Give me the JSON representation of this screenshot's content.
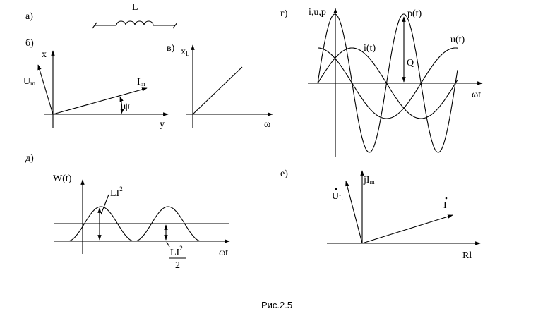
{
  "panels": {
    "a": {
      "letter": "а)",
      "element_label": "L"
    },
    "b": {
      "letter": "б)",
      "axis_x": "x",
      "axis_y": "y",
      "voltage": "U",
      "voltage_sub": "m",
      "current": "I",
      "current_sub": "m",
      "angle": "ψ"
    },
    "v": {
      "letter": "в)",
      "axis_y": "x",
      "axis_y_sub": "L",
      "axis_x": "ω"
    },
    "g": {
      "letter": "г)",
      "axis_y": "i,u,p",
      "axis_x": "ωt",
      "curve_p": "p(t)",
      "curve_i": "i(t)",
      "curve_u": "u(t)",
      "q_label": "Q"
    },
    "d": {
      "letter": "д)",
      "axis_y": "W(t)",
      "axis_x": "ωt",
      "top_label": "LI",
      "top_sup": "2",
      "frac_num": "LI",
      "frac_sup": "2",
      "frac_den": "2"
    },
    "e": {
      "letter": "е)",
      "axis_y": "jI",
      "axis_y_sub": "m",
      "axis_x": "Rl",
      "voltage": "U",
      "voltage_sub": "L",
      "current": "I"
    }
  },
  "caption": "Рис.2.5"
}
